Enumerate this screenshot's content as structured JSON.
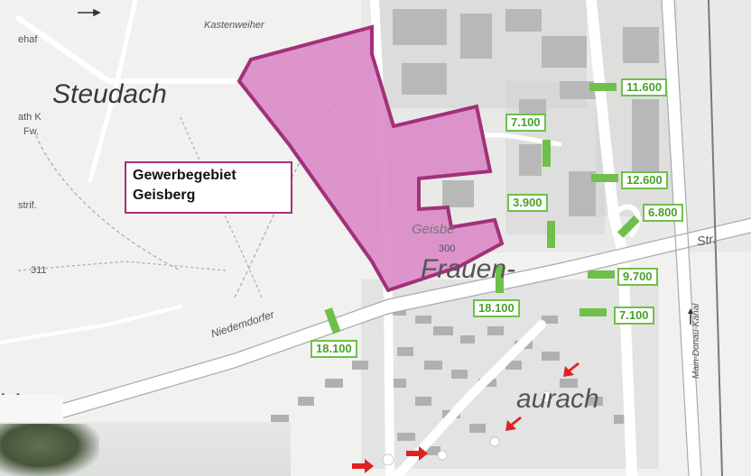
{
  "map": {
    "title_line1": "Gewerbegebiet",
    "title_line2": "Geisberg",
    "places": {
      "steudach": "Steudach",
      "kastenweiher": "Kastenweiher",
      "frauenaurach": "Frauen-",
      "aurach": "aurach",
      "geisberg": "Geisbe",
      "elevation_300": "300",
      "elevation_311": "311",
      "niederndorfer": "Niedemdorfer",
      "str": "Str.",
      "left_fragment": "ld",
      "main_donau_kanal": "Main-Donau-Kanal",
      "ab_left": "ath K",
      "ab_left2": "Fw.",
      "ab_left3": "ehaf",
      "ab_left4": "strif."
    },
    "traffic_counts": [
      "11.600",
      "7.100",
      "12.600",
      "3.900",
      "6.800",
      "9.700",
      "18.100",
      "7.100",
      "18.100"
    ],
    "colors": {
      "zone_fill": "#d98ac7",
      "zone_border": "#a3307a",
      "count_green": "#6fc04a",
      "arrow_red": "#e02020"
    },
    "icons": [
      "red-arrow-icon",
      "north-arrow-icon"
    ]
  }
}
